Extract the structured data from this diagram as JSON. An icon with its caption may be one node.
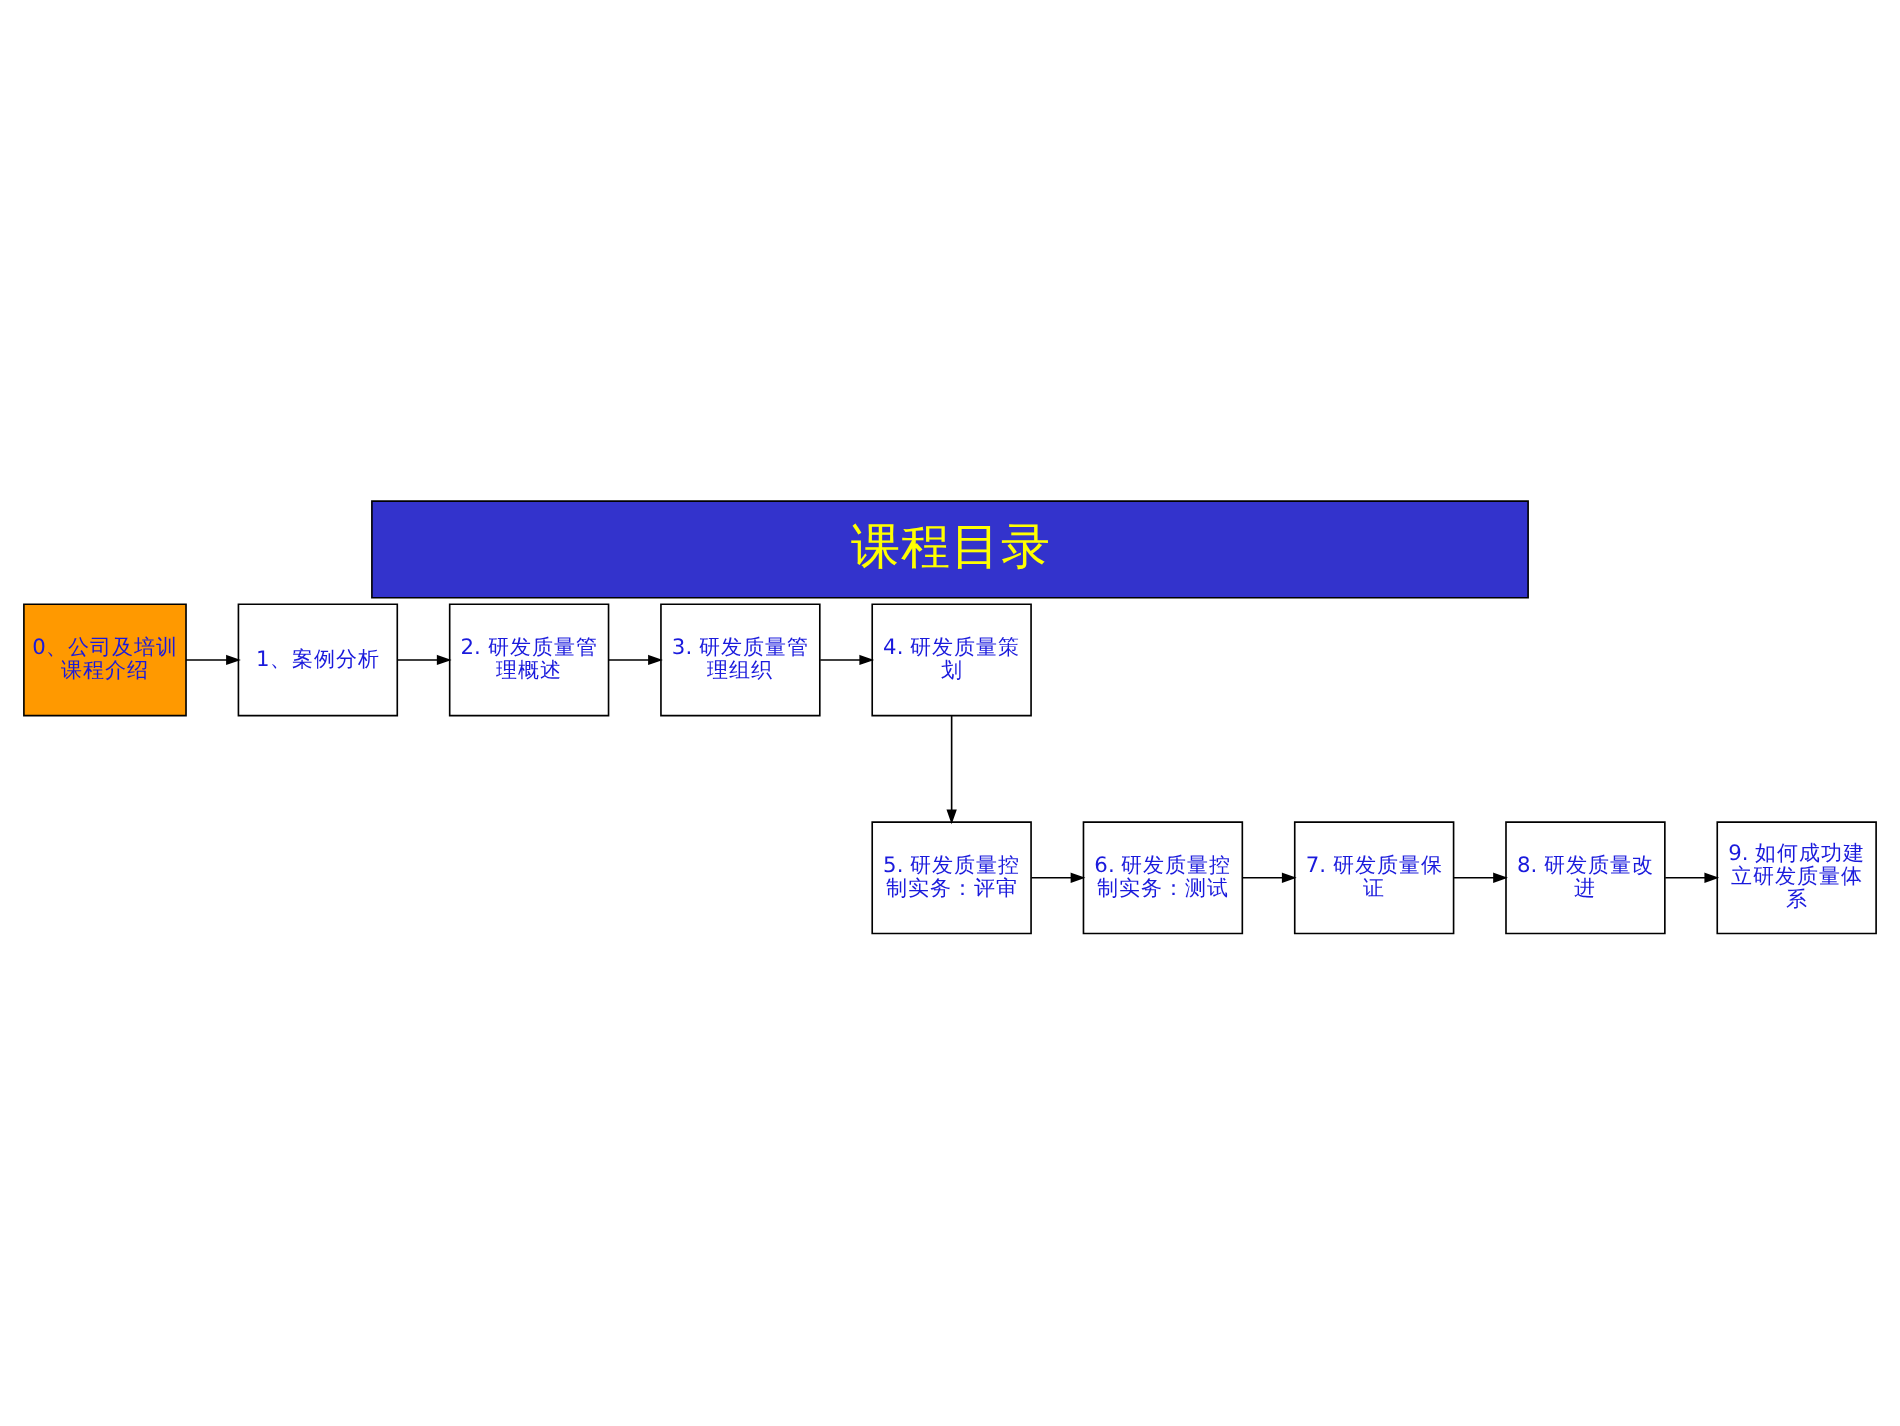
{
  "diagram": {
    "title": "课程目录",
    "nodes": [
      {
        "text": [
          "0、公司及培训课程介绍"
        ]
      },
      {
        "text": [
          "1、案例分析"
        ]
      },
      {
        "text": [
          "2. 研发质量管理概述"
        ]
      },
      {
        "text": [
          "3. 研发质量管理组织"
        ]
      },
      {
        "text": [
          "4. 研发质量策划"
        ]
      },
      {
        "text": [
          "5. 研发质量控制实务：评审"
        ]
      },
      {
        "text": [
          "6. 研发质量控制实务：测试"
        ]
      },
      {
        "text": [
          "7. 研发质量保证"
        ]
      },
      {
        "text": [
          "8. 研发质量改进"
        ]
      },
      {
        "text": [
          "9. 如何成功建立研发质量体系"
        ]
      }
    ],
    "edges": [
      {
        "from": 0,
        "to": 1,
        "arrow": "to"
      },
      {
        "from": 1,
        "to": 2,
        "arrow": "to"
      },
      {
        "from": 2,
        "to": 3,
        "arrow": "to"
      },
      {
        "from": 3,
        "to": 4,
        "arrow": "to"
      },
      {
        "from": 4,
        "to": 5,
        "arrow": "to"
      },
      {
        "from": 5,
        "to": 6,
        "arrow": "to"
      },
      {
        "from": 6,
        "to": 7,
        "arrow": "to"
      },
      {
        "from": 7,
        "to": 8,
        "arrow": "to"
      },
      {
        "from": 8,
        "to": 9,
        "arrow": "to"
      }
    ]
  }
}
